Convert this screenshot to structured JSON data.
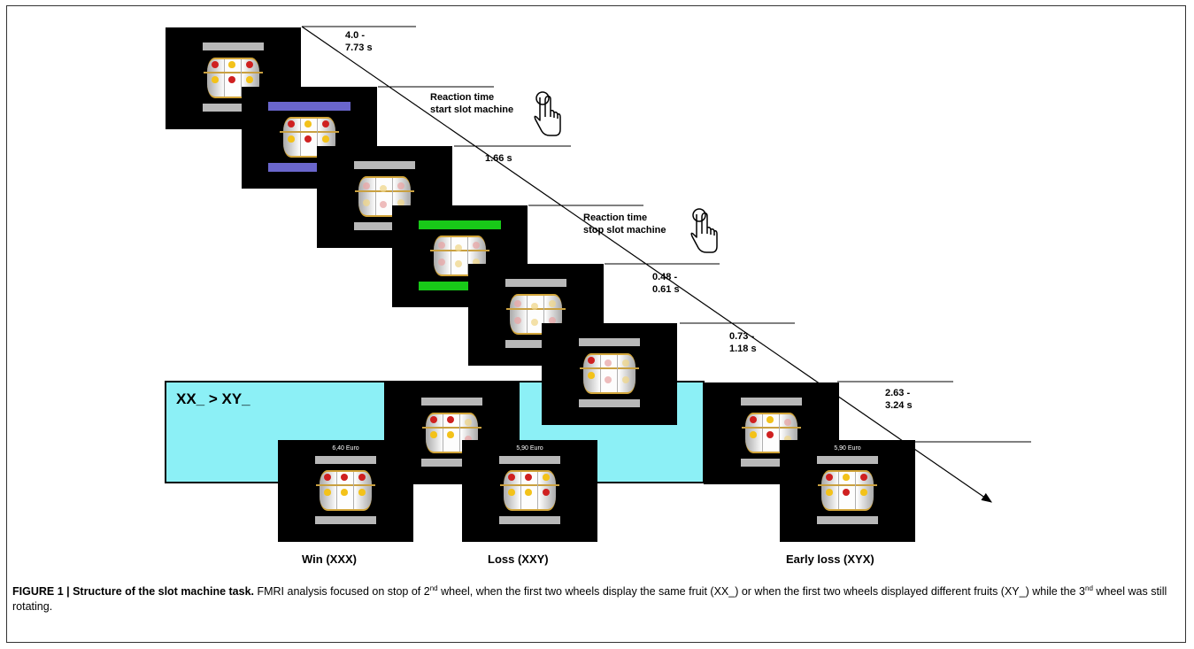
{
  "timings": {
    "t1": [
      "4.0 -",
      "7.73 s"
    ],
    "t2": [
      "Reaction time",
      "start slot machine"
    ],
    "t3": [
      "1.66 s"
    ],
    "t4": [
      "Reaction time",
      "stop slot machine"
    ],
    "t5": [
      "0.48 -",
      "0.61 s"
    ],
    "t6": [
      "0.73 -",
      "1.18 s"
    ],
    "t7": [
      "2.63 -",
      "3.24 s"
    ]
  },
  "contrast_label": "XX_ > XY_",
  "outcomes": {
    "win": {
      "label": "Win (XXX)",
      "amount": "6,40 Euro"
    },
    "loss": {
      "label": "Loss (XXY)",
      "amount": "5,90 Euro"
    },
    "early_loss": {
      "label": "Early loss (XYX)",
      "amount": "5,90 Euro"
    }
  },
  "caption": {
    "figure_label": "FIGURE 1 | Structure of the slot machine task.",
    "text_a": " FMRI analysis focused on stop of 2",
    "sup_a": "nd",
    "text_b": " wheel, when the first two wheels display the same fruit (XX_) or when the first two wheels displayed different fruits (XY_) while the 3",
    "sup_b": "nd",
    "text_c": " wheel was still rotating."
  },
  "icons": [
    "hand-pointer-icon",
    "cherry-icon",
    "lemon-icon"
  ],
  "colors": {
    "screen_bg": "#000000",
    "cue_purple": "#6a66cc",
    "cue_green": "#18c918",
    "highlight_cyan": "#8cf0f6"
  }
}
